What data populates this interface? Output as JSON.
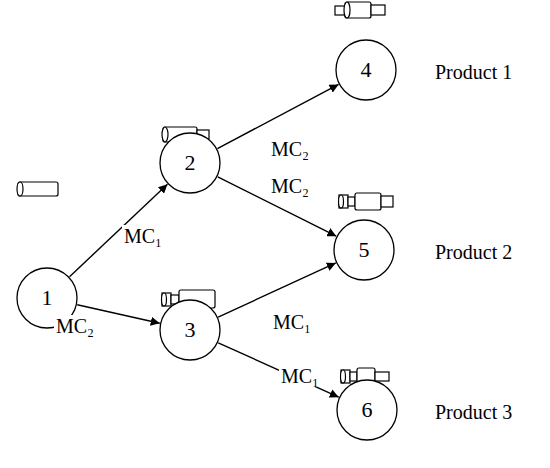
{
  "diagram": {
    "nodes": [
      {
        "text": [
          "1"
        ]
      },
      {
        "text": [
          "2"
        ]
      },
      {
        "text": [
          "3"
        ]
      },
      {
        "text": [
          "4"
        ]
      },
      {
        "text": [
          "5"
        ]
      },
      {
        "text": [
          "6"
        ]
      }
    ],
    "edges": [
      {
        "from": 0,
        "to": 1,
        "arrow": "to",
        "label": "MC₁"
      },
      {
        "from": 0,
        "to": 2,
        "arrow": "to",
        "label": "MC₂"
      },
      {
        "from": 1,
        "to": 3,
        "arrow": "to",
        "label": "MC₂"
      },
      {
        "from": 1,
        "to": 4,
        "arrow": "to",
        "label": "MC₂"
      },
      {
        "from": 2,
        "to": 4,
        "arrow": "to",
        "label": "MC₁"
      },
      {
        "from": 2,
        "to": 5,
        "arrow": "to",
        "label": "MC₁"
      }
    ],
    "labels": [
      "Product 1",
      "Product 2",
      "Product 3"
    ]
  }
}
